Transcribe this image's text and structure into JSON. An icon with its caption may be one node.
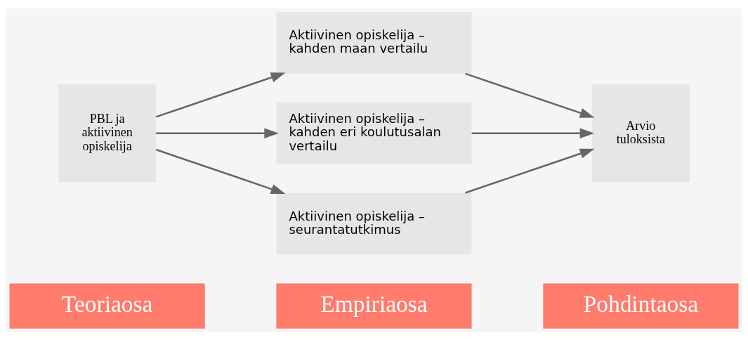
{
  "diagram": {
    "nodes": [
      {
        "text": [
          "Teoriaosa"
        ]
      },
      {
        "text": [
          "Empiriaosa"
        ]
      },
      {
        "text": [
          "Pohdintaosa"
        ]
      },
      {
        "text": [
          "PBL ja aktiivinen opiskelija"
        ]
      },
      {
        "text": [
          "Aktiivinen opiskelija – kahden maan vertailu"
        ]
      },
      {
        "text": [
          "Aktiivinen opiskelija – kahden eri koulutusalan vertailu"
        ]
      },
      {
        "text": [
          "Aktiivinen opiskelija – seurantatutkimus"
        ]
      },
      {
        "text": [
          "Arvio tuloksista"
        ]
      }
    ],
    "edges": [
      {
        "from": 3,
        "to": 4,
        "arrow": "to"
      },
      {
        "from": 3,
        "to": 5,
        "arrow": "to"
      },
      {
        "from": 3,
        "to": 6,
        "arrow": "to"
      },
      {
        "from": 4,
        "to": 7,
        "arrow": "to"
      },
      {
        "from": 5,
        "to": 7,
        "arrow": "to"
      },
      {
        "from": 6,
        "to": 7,
        "arrow": "to"
      }
    ]
  }
}
